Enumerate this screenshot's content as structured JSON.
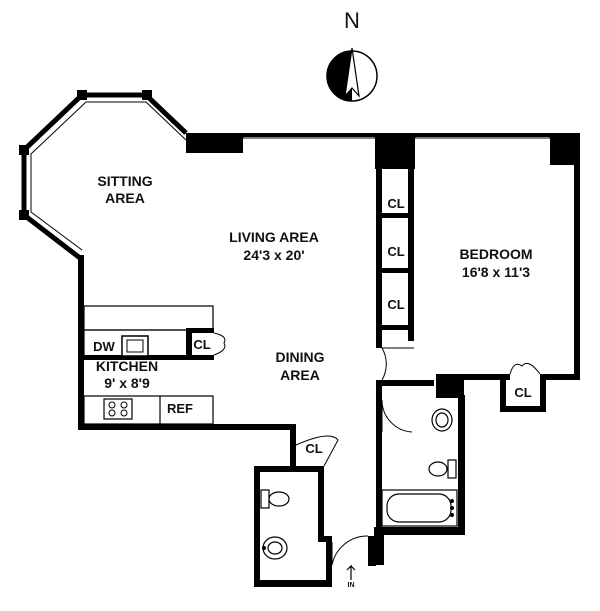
{
  "compass": {
    "label": "N"
  },
  "rooms": {
    "sitting": {
      "line1": "SITTING",
      "line2": "AREA"
    },
    "living": {
      "line1": "LIVING AREA",
      "line2": "24'3 x 20'"
    },
    "bedroom": {
      "line1": "BEDROOM",
      "line2": "16'8 x 11'3"
    },
    "dining": {
      "line1": "DINING",
      "line2": "AREA"
    },
    "kitchen": {
      "line1": "KITCHEN",
      "line2": "9' x 8'9"
    }
  },
  "closets": {
    "cl1": "CL",
    "cl2": "CL",
    "cl3": "CL",
    "cl_kitchen": "CL",
    "cl_bedroom": "CL",
    "cl_entry": "CL"
  },
  "appliances": {
    "dw": "DW",
    "ref": "REF"
  },
  "entry": {
    "label": "IN"
  }
}
